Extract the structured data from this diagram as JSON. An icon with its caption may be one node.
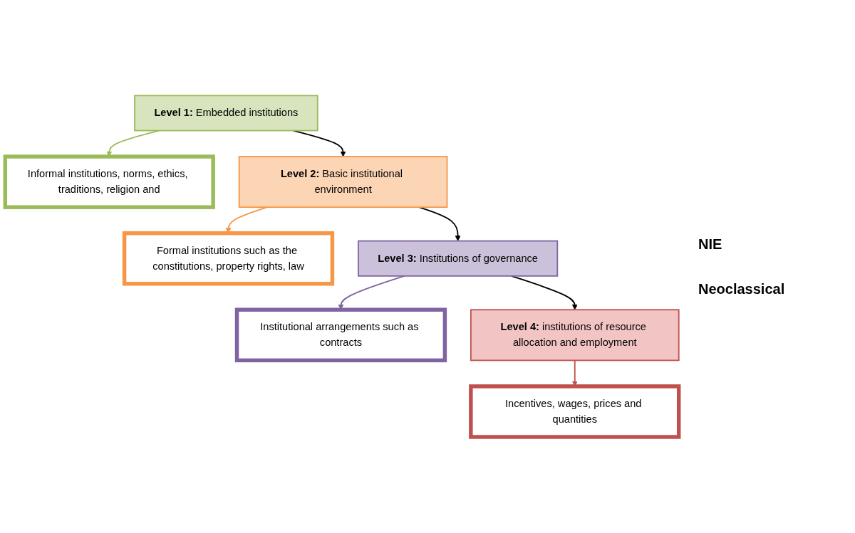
{
  "diagram": {
    "nodes": [
      {
        "text": [
          "**Level 1:** Embedded institutions"
        ]
      },
      {
        "text": [
          "Informal institutions, norms, ethics, traditions, religion and"
        ]
      },
      {
        "text": [
          "**Level 2:** Basic institutional environment"
        ]
      },
      {
        "text": [
          "Formal institutions such as the constitutions, property rights, law"
        ]
      },
      {
        "text": [
          "**Level 3:** Institutions of governance"
        ]
      },
      {
        "text": [
          "Institutional arrangements such as contracts"
        ]
      },
      {
        "text": [
          "**Level 4:** institutions of resource allocation and employment"
        ]
      },
      {
        "text": [
          "Incentives, wages, prices and quantities"
        ]
      }
    ],
    "edges": [
      {
        "from": 0,
        "to": 1,
        "arrow": "to",
        "color": "#9bbb59"
      },
      {
        "from": 0,
        "to": 2,
        "arrow": "to"
      },
      {
        "from": 2,
        "to": 3,
        "arrow": "to",
        "color": "#f79646"
      },
      {
        "from": 2,
        "to": 4,
        "arrow": "to"
      },
      {
        "from": 4,
        "to": 5,
        "arrow": "to",
        "color": "#8064a2"
      },
      {
        "from": 4,
        "to": 6,
        "arrow": "to"
      },
      {
        "from": 6,
        "to": 7,
        "arrow": "to",
        "color": "#c0504d"
      }
    ],
    "labels": [
      "NIE",
      "Neoclassical"
    ]
  }
}
